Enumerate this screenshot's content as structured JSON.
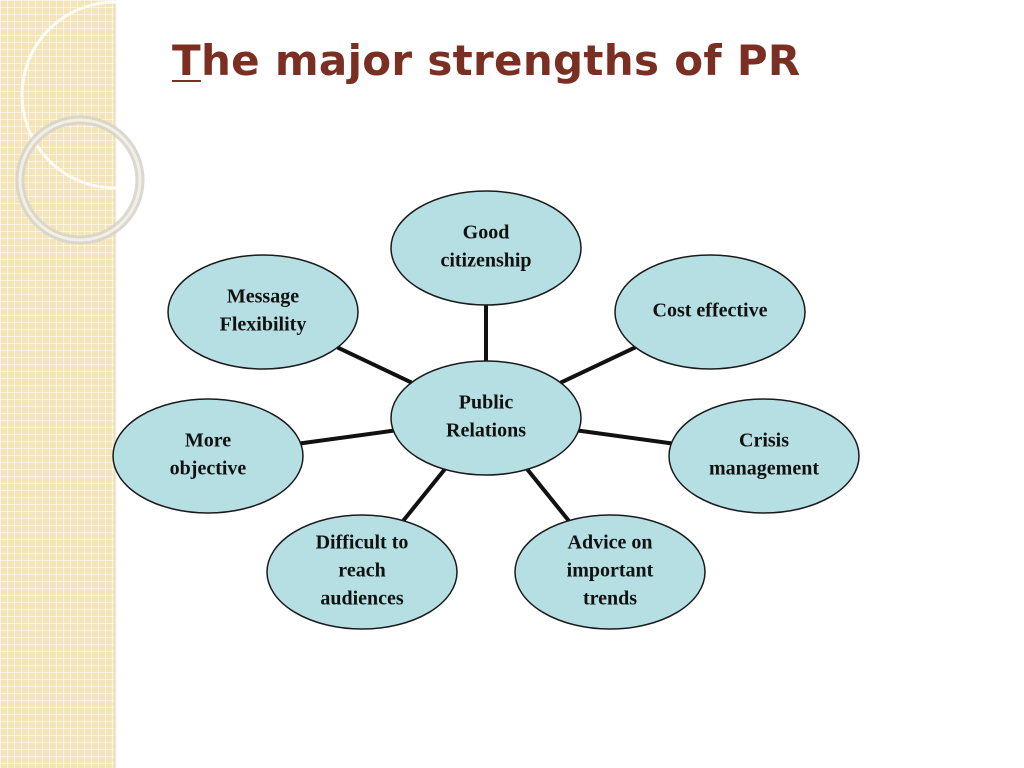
{
  "slide": {
    "title_first": "T",
    "title_rest": "he major strengths of PR"
  },
  "diagram": {
    "center": {
      "lines": [
        "Public",
        "Relations"
      ]
    },
    "nodes": [
      {
        "id": "good-citizenship",
        "lines": [
          "Good",
          "citizenship"
        ]
      },
      {
        "id": "cost-effective",
        "lines": [
          "Cost effective"
        ]
      },
      {
        "id": "crisis-management",
        "lines": [
          "Crisis",
          "management"
        ]
      },
      {
        "id": "advice-on-important-trends",
        "lines": [
          "Advice on",
          "important",
          "trends"
        ]
      },
      {
        "id": "difficult-to-reach-audiences",
        "lines": [
          "Difficult to",
          "reach",
          "audiences"
        ]
      },
      {
        "id": "more-objective",
        "lines": [
          "More",
          "objective"
        ]
      },
      {
        "id": "message-flexibility",
        "lines": [
          "Message",
          "Flexibility"
        ]
      }
    ],
    "colors": {
      "node_fill": "#b6dfe3",
      "node_stroke": "#1a1a1a",
      "connector": "#111111",
      "title": "#7b2f22",
      "side_strip": "#f3e4ba"
    }
  }
}
